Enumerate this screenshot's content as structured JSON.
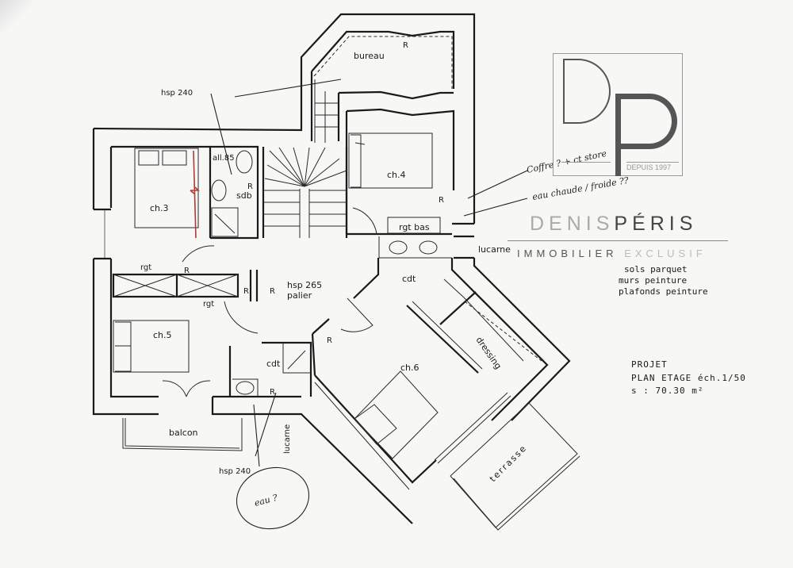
{
  "rooms": {
    "bureau": "bureau",
    "ch3": "ch.3",
    "ch4": "ch.4",
    "ch5": "ch.5",
    "ch6": "ch.6",
    "sdb": "sdb",
    "all": "all.85",
    "palier_hsp": "hsp 265",
    "palier": "palier",
    "cdt_top": "cdt",
    "cdt_left": "cdt",
    "dressing": "dressing",
    "terrasse": "terrasse",
    "balcon": "balcon",
    "lucarne_right": "lucarne",
    "lucarne_bottom": "lucarne",
    "rgt_bas": "rgt bas",
    "rgt_top": "rgt",
    "rgt_bottom": "rgt"
  },
  "annotations": {
    "hsp_top": "hsp 240",
    "hsp_bottom": "hsp 240",
    "radiator": "R"
  },
  "notes": {
    "lines": [
      "sols parquet",
      "murs peinture",
      "plafonds peinture"
    ]
  },
  "project": {
    "line1": "PROJET",
    "line2": "PLAN ETAGE  éch.1/50",
    "line3": "s : 70.30 m²"
  },
  "handwriting": {
    "coffre": "Coffre ? + ct store",
    "eau": "eau chaude / froide ??",
    "eau_circle": "eau ?"
  },
  "brand": {
    "depuis": "DEPUIS 1997",
    "name_light": "DENIS",
    "name_dark": "PÉRIS",
    "tag_dark": "IMMOBILIER ",
    "tag_light": "EXCLUSIF"
  }
}
